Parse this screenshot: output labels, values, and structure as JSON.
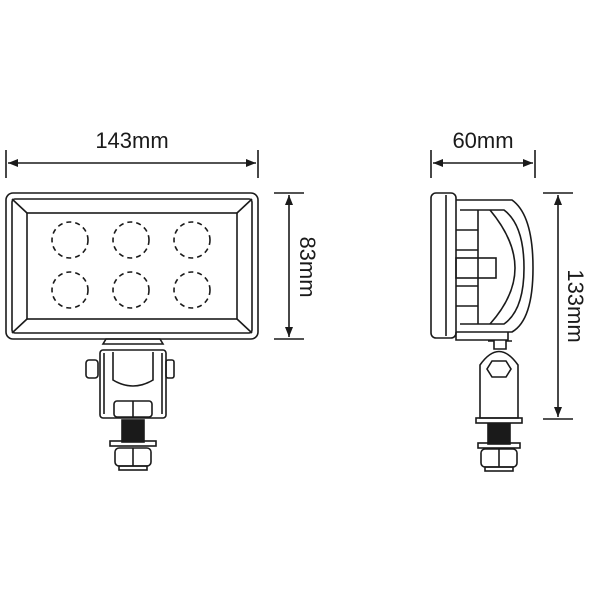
{
  "drawing": {
    "front_view": {
      "width_label": "143mm",
      "height_label": "83mm",
      "led_count": 6
    },
    "side_view": {
      "depth_label": "60mm",
      "total_height_label": "133mm"
    },
    "colors": {
      "line": "#1a1a1a",
      "background": "#ffffff"
    }
  }
}
